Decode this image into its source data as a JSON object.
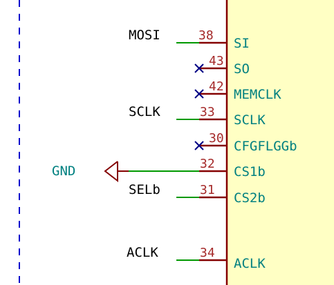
{
  "colors": {
    "background": "#ffffff",
    "component_body_fill": "#ffffc4",
    "component_outline": "#840000",
    "pin_line": "#840000",
    "pin_number": "#a52a2a",
    "pin_name": "#008080",
    "wire": "#009900",
    "net_label": "#000000",
    "no_connect": "#000084",
    "power_symbol": "#840000",
    "sheet_border_dashed": "#0000cc"
  },
  "power": {
    "label": "GND",
    "icon": "ground-arrow-icon"
  },
  "pins": [
    {
      "number": "38",
      "name": "SI",
      "net": "MOSI",
      "connection": "wire"
    },
    {
      "number": "43",
      "name": "SO",
      "net": "",
      "connection": "no-connect"
    },
    {
      "number": "42",
      "name": "MEMCLK",
      "net": "",
      "connection": "no-connect"
    },
    {
      "number": "33",
      "name": "SCLK",
      "net": "SCLK",
      "connection": "wire"
    },
    {
      "number": "30",
      "name": "CFGFLGGb",
      "net": "",
      "connection": "no-connect"
    },
    {
      "number": "32",
      "name": "CS1b",
      "net": "GND",
      "connection": "power"
    },
    {
      "number": "31",
      "name": "CS2b",
      "net": "SELb",
      "connection": "wire"
    },
    {
      "number": "34",
      "name": "ACLK",
      "net": "ACLK",
      "connection": "wire"
    }
  ]
}
